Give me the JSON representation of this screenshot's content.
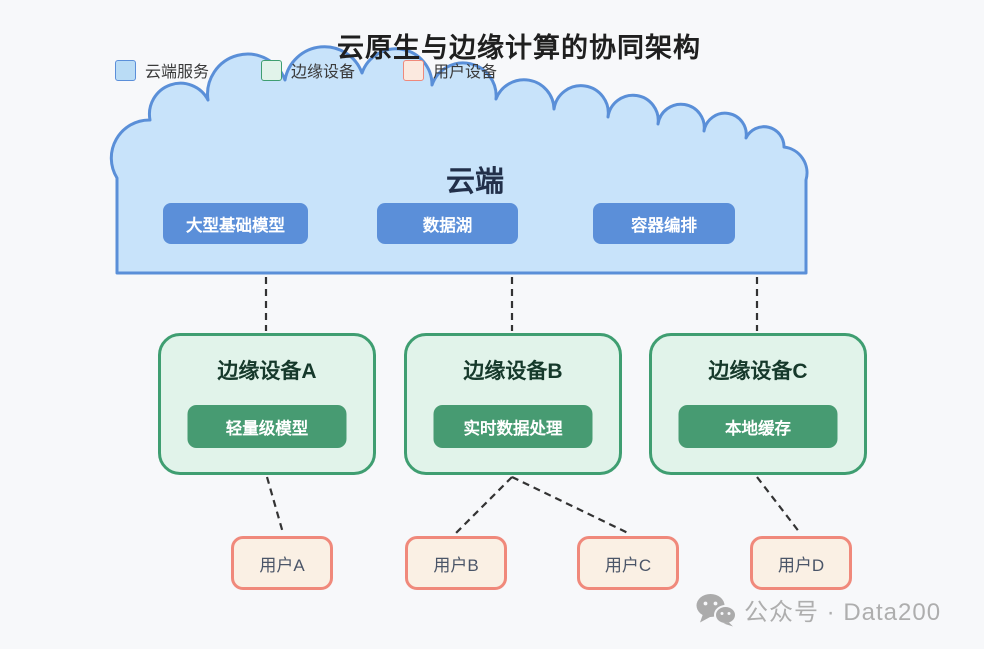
{
  "title": "云原生与边缘计算的协同架构",
  "legend": {
    "items": [
      {
        "id": "cloud-service",
        "label": "云端服务",
        "fill": "#badcf5",
        "border": "#5b8fd9"
      },
      {
        "id": "edge-device",
        "label": "边缘设备",
        "fill": "#e1f3ea",
        "border": "#3f9e71"
      },
      {
        "id": "user-device",
        "label": "用户设备",
        "fill": "#fbe9df",
        "border": "#ef897b"
      }
    ]
  },
  "cloud": {
    "label": "云端",
    "services": [
      {
        "label": "大型基础模型"
      },
      {
        "label": "数据湖"
      },
      {
        "label": "容器编排"
      }
    ]
  },
  "edge_devices": [
    {
      "title": "边缘设备A",
      "component": "轻量级模型"
    },
    {
      "title": "边缘设备B",
      "component": "实时数据处理"
    },
    {
      "title": "边缘设备C",
      "component": "本地缓存"
    }
  ],
  "users": [
    {
      "label": "用户A"
    },
    {
      "label": "用户B"
    },
    {
      "label": "用户C"
    },
    {
      "label": "用户D"
    }
  ],
  "connections": {
    "cloud_to_edges": [
      "边缘设备A",
      "边缘设备B",
      "边缘设备C"
    ],
    "edge_to_users": [
      {
        "from": "边缘设备A",
        "to": "用户A"
      },
      {
        "from": "边缘设备B",
        "to": "用户B"
      },
      {
        "from": "边缘设备B",
        "to": "用户C"
      },
      {
        "from": "边缘设备C",
        "to": "用户D"
      }
    ]
  },
  "watermark": {
    "icon": "wechat-icon",
    "text": "公众号 · Data200"
  },
  "colors": {
    "background": "#f7f8fa",
    "title_text": "#1f1f1f",
    "cloud_fill": "#c8e3fa",
    "cloud_border": "#5a8fd8",
    "cloud_label_text": "#22304a",
    "cloud_service_fill": "#5b8fd9",
    "cloud_service_text": "#ffffff",
    "edge_fill": "#e1f3ea",
    "edge_border": "#3f9e71",
    "edge_title_text": "#16392b",
    "edge_component_fill": "#479b72",
    "edge_component_text": "#ffffff",
    "user_fill": "#faf0e4",
    "user_border": "#f0897b",
    "user_text": "#4a5568",
    "connector": "#333333",
    "watermark_text": "#aeaeae"
  }
}
